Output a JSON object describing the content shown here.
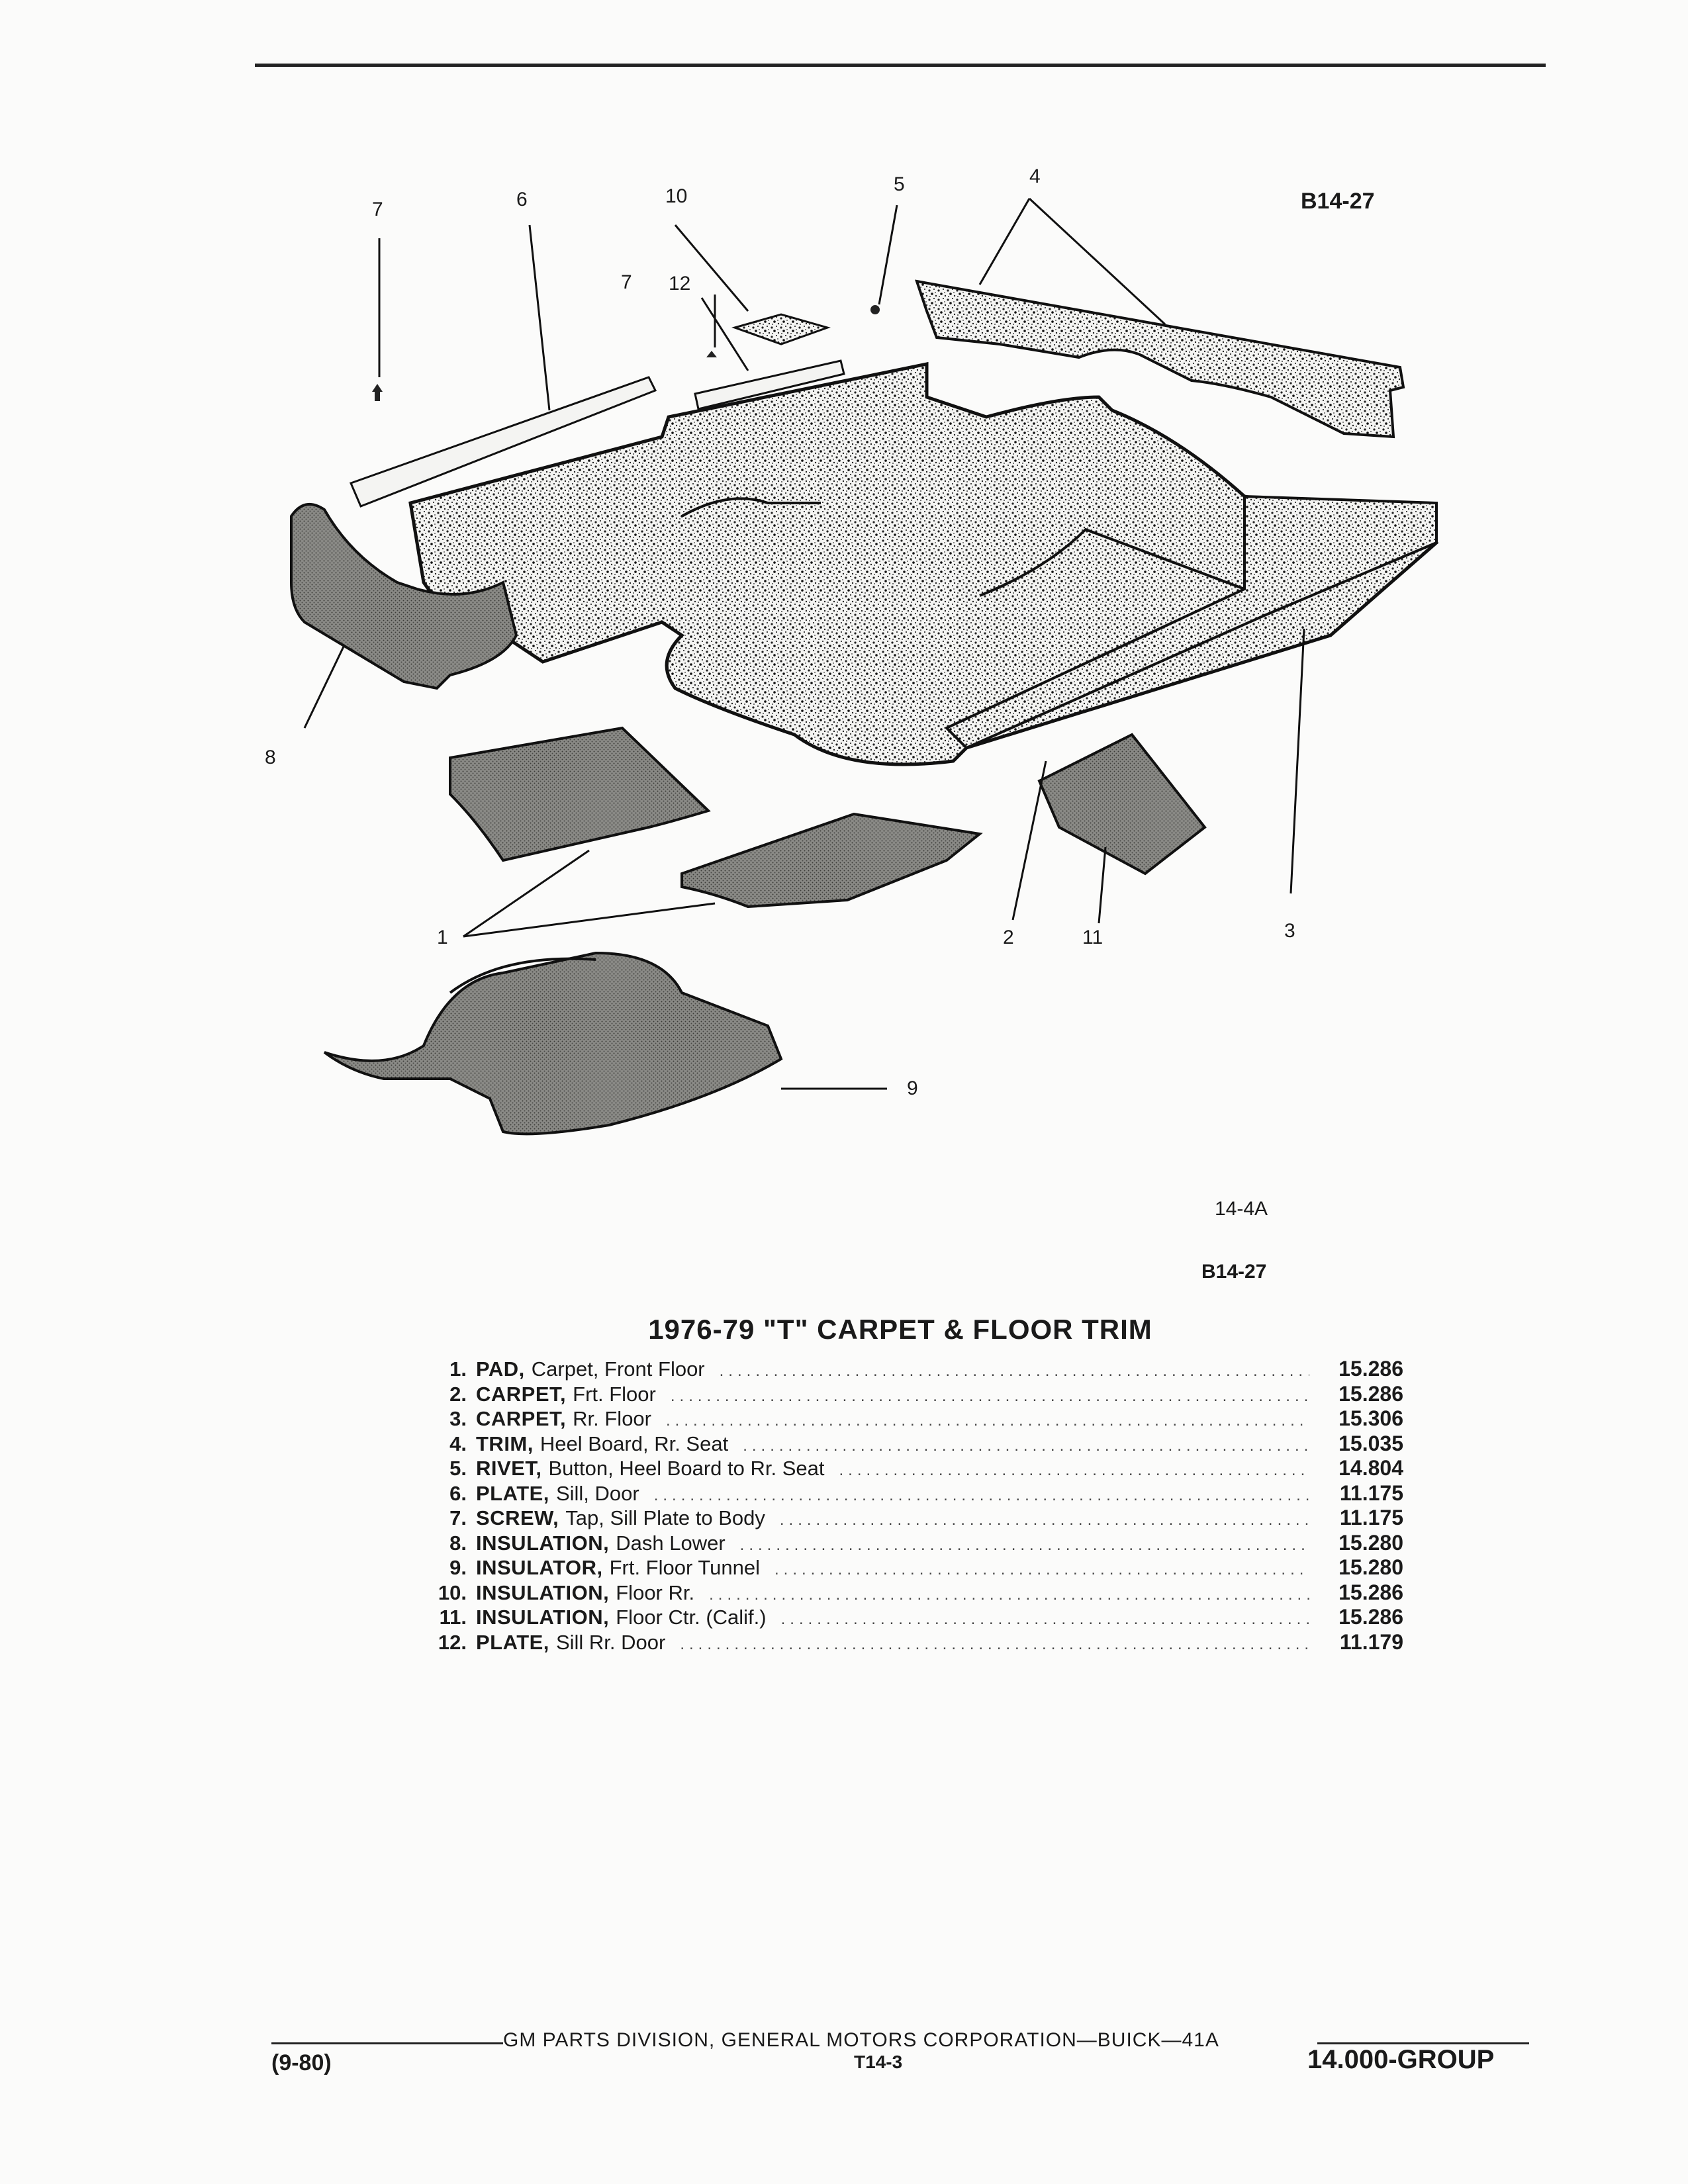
{
  "figure": {
    "code_top": "B14-27",
    "ref": "14-4A",
    "code_bottom": "B14-27",
    "callouts": [
      "7",
      "6",
      "10",
      "5",
      "4",
      "7",
      "12",
      "8",
      "1",
      "2",
      "11",
      "3",
      "9"
    ]
  },
  "title": "1976-79 \"T\" CARPET & FLOOR TRIM",
  "parts": [
    {
      "num": "1.",
      "name": "PAD,",
      "desc": "Carpet, Front Floor",
      "group": "15.286"
    },
    {
      "num": "2.",
      "name": "CARPET,",
      "desc": "Frt. Floor",
      "group": "15.286"
    },
    {
      "num": "3.",
      "name": "CARPET,",
      "desc": "Rr. Floor",
      "group": "15.306"
    },
    {
      "num": "4.",
      "name": "TRIM,",
      "desc": "Heel Board, Rr. Seat",
      "group": "15.035"
    },
    {
      "num": "5.",
      "name": "RIVET,",
      "desc": "Button, Heel Board to Rr. Seat",
      "group": "14.804"
    },
    {
      "num": "6.",
      "name": "PLATE,",
      "desc": "Sill, Door",
      "group": "11.175"
    },
    {
      "num": "7.",
      "name": "SCREW,",
      "desc": "Tap, Sill Plate to Body",
      "group": "11.175"
    },
    {
      "num": "8.",
      "name": "INSULATION,",
      "desc": "Dash Lower",
      "group": "15.280"
    },
    {
      "num": "9.",
      "name": "INSULATOR,",
      "desc": "Frt. Floor Tunnel",
      "group": "15.280"
    },
    {
      "num": "10.",
      "name": "INSULATION,",
      "desc": "Floor Rr.",
      "group": "15.286"
    },
    {
      "num": "11.",
      "name": "INSULATION,",
      "desc": "Floor Ctr. (Calif.)",
      "group": "15.286"
    },
    {
      "num": "12.",
      "name": "PLATE,",
      "desc": "Sill Rr. Door",
      "group": "11.179"
    }
  ],
  "footer": {
    "division": "GM PARTS DIVISION, GENERAL MOTORS CORPORATION—BUICK—41A",
    "date": "(9-80)",
    "page": "T14-3",
    "group": "14.000-GROUP"
  }
}
